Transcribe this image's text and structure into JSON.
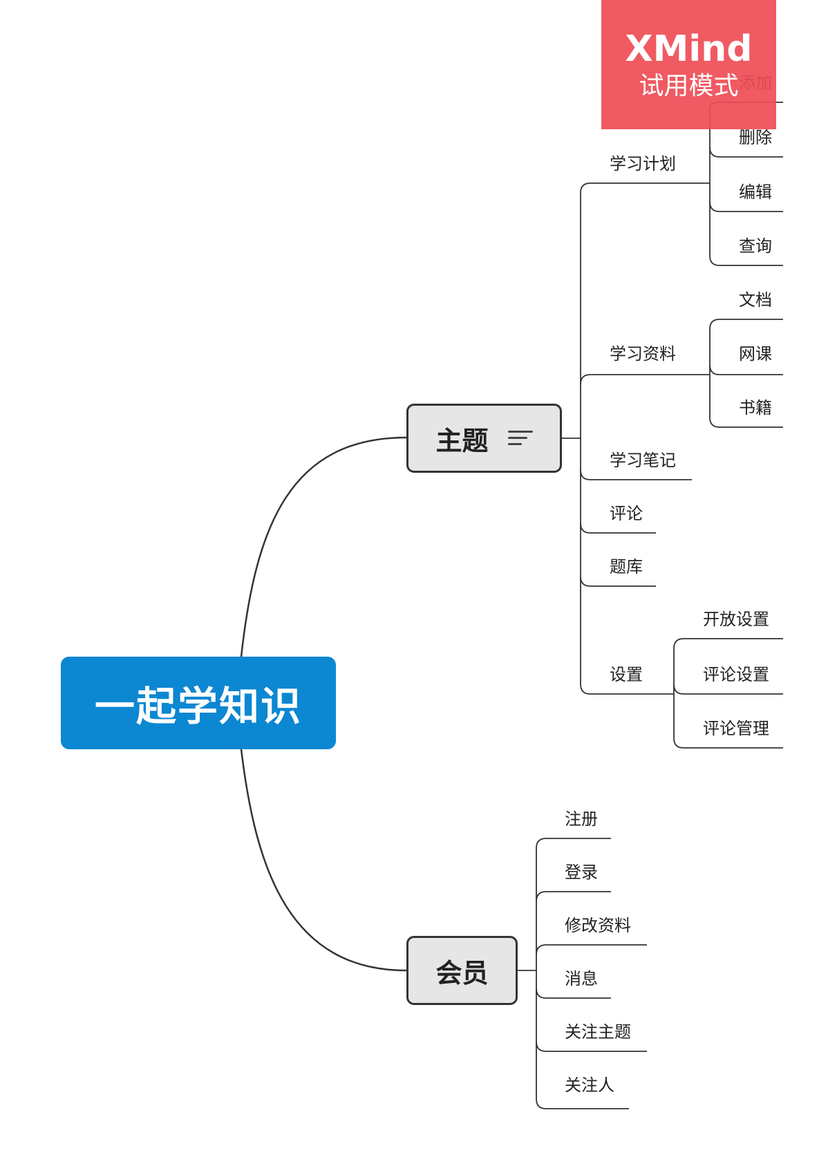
{
  "root": {
    "label": "一起学知识"
  },
  "main_topics": [
    {
      "key": "topic",
      "label": "主题",
      "icon": "notes-icon"
    },
    {
      "key": "member",
      "label": "会员"
    }
  ],
  "topic_subtopics": {
    "study_plan": "学习计划",
    "study_material": "学习资料",
    "study_notes": "学习笔记",
    "comments": "评论",
    "question_bank": "题库",
    "settings": "设置"
  },
  "study_plan_children": [
    "添加",
    "删除",
    "编辑",
    "查询"
  ],
  "study_material_children": [
    "文档",
    "网课",
    "书籍"
  ],
  "settings_children": [
    "开放设置",
    "评论设置",
    "评论管理"
  ],
  "member_subtopics": [
    "注册",
    "登录",
    "修改资料",
    "消息",
    "关注主题",
    "关注人"
  ],
  "watermark": {
    "title": "XMind",
    "subtitle": "试用模式"
  },
  "colors": {
    "root": "#0c87d2",
    "node_fill": "#e6e6e6",
    "line": "#333333",
    "watermark": "#ef4c55"
  }
}
